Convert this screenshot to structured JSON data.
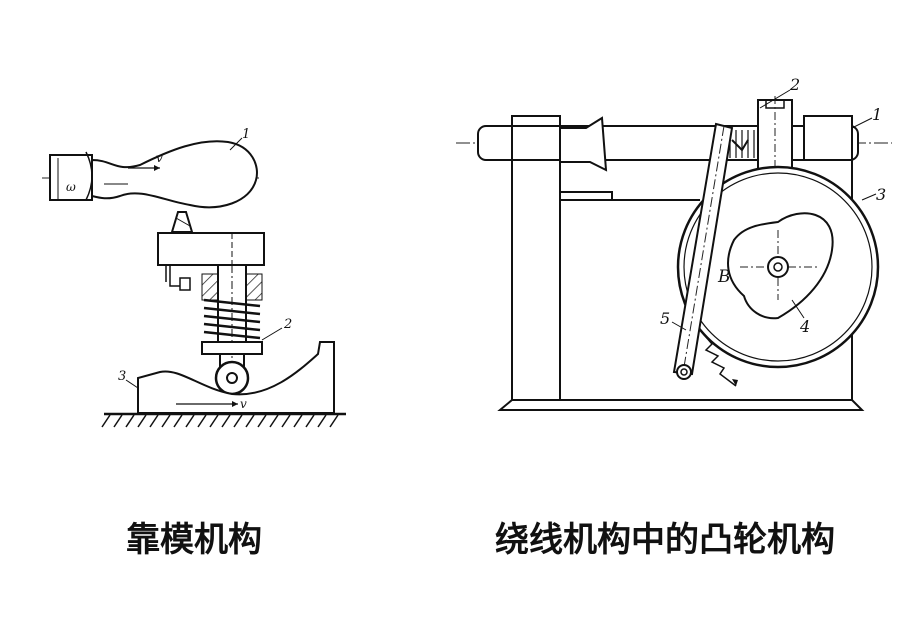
{
  "left_figure": {
    "caption": "靠模机构",
    "labels": {
      "part1": "1",
      "part2": "2",
      "part3": "3",
      "omega": "ω",
      "v_top": "v",
      "v_bottom": "v"
    }
  },
  "right_figure": {
    "caption": "绕线机构中的凸轮机构",
    "labels": {
      "part1": "1",
      "part2": "2",
      "part3": "3",
      "part4": "4",
      "part5": "5",
      "pointB": "B"
    }
  }
}
